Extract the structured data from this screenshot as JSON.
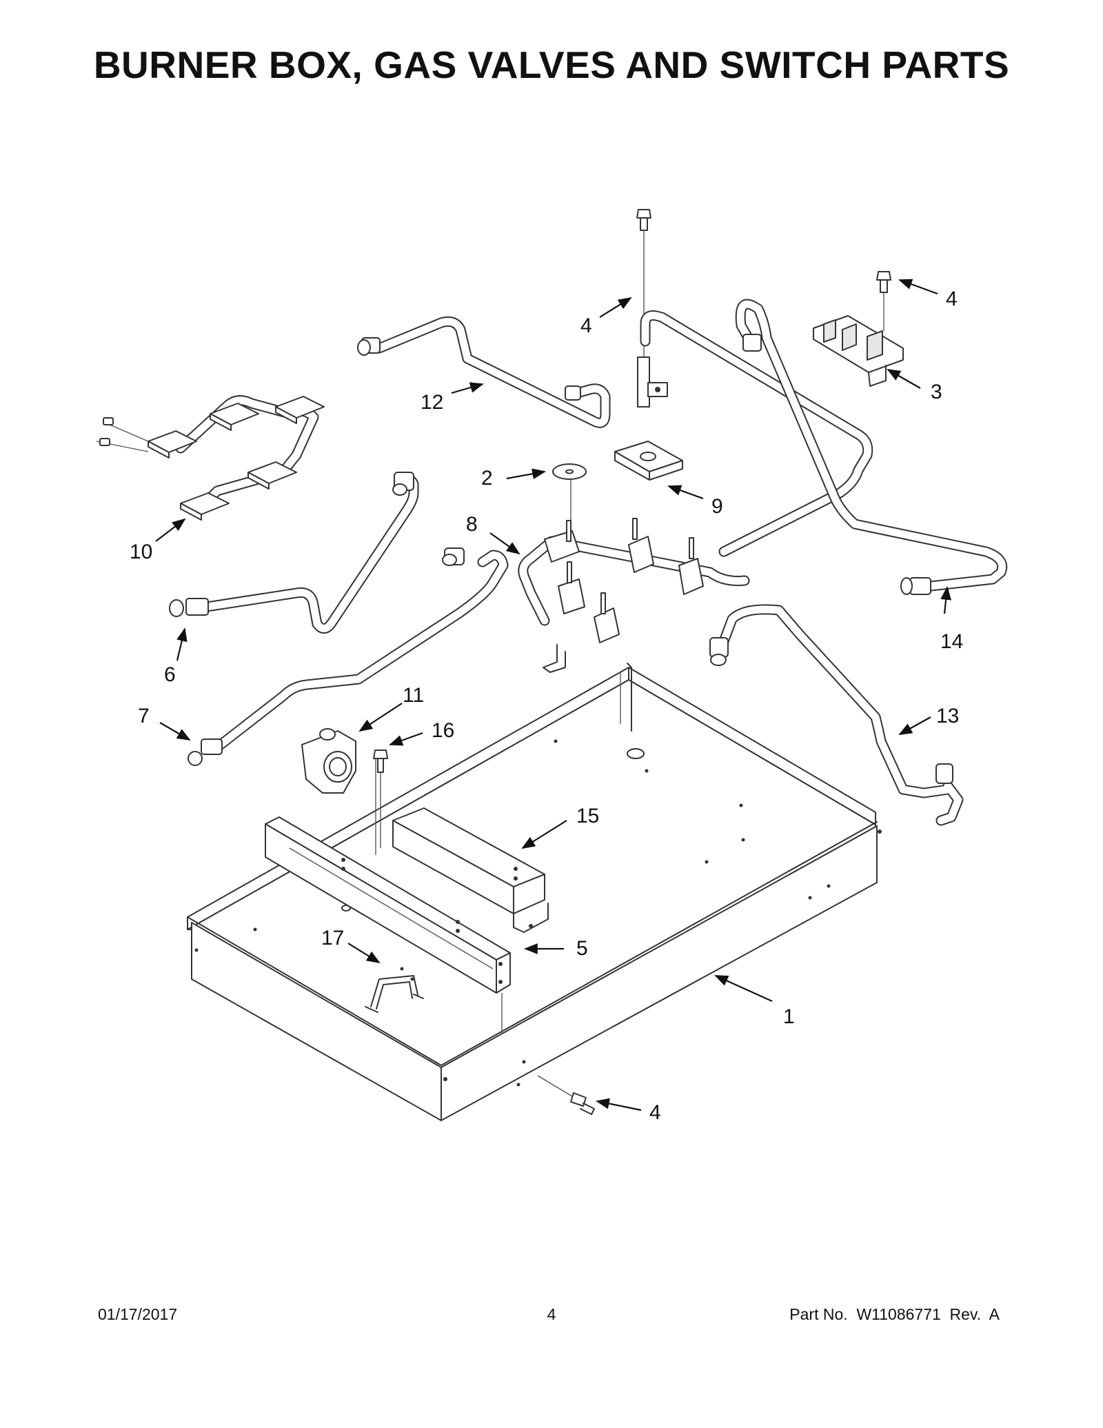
{
  "page": {
    "title": "BURNER BOX, GAS VALVES AND SWITCH PARTS",
    "footer": {
      "date": "01/17/2017",
      "page_number": "4",
      "part_label": "Part No.  W11086771  Rev.  A"
    }
  },
  "callouts": [
    "1",
    "2",
    "3",
    "4",
    "4",
    "4",
    "5",
    "6",
    "7",
    "8",
    "9",
    "10",
    "11",
    "12",
    "13",
    "14",
    "15",
    "16",
    "17"
  ]
}
